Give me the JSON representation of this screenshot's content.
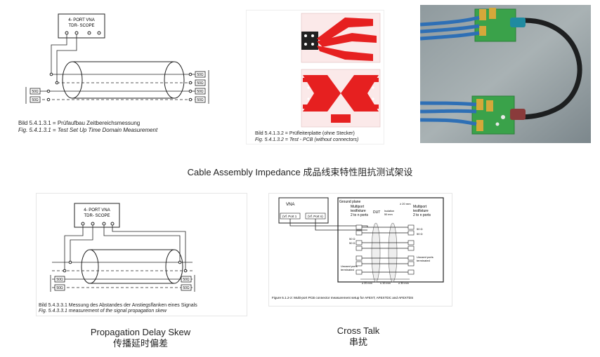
{
  "p1": {
    "box": [
      "4- PORT VNA",
      "TDR- SCOPE"
    ],
    "res": "50Ω",
    "cap1": "Bild 5.4.1.3.1 = Prüfaufbau Zeitbereichsmessung",
    "cap2": "Fig. 5.4.1.3.1 = Test Set Up Time Domain Measurement"
  },
  "p2": {
    "cap1": "Bild 5.4.1.3.2 = Prüfleiterplatte (ohne Stecker)",
    "cap2": "Fig. 5.4.1.3.2 = Test - PCB  (without connectors)"
  },
  "caption_middle": "Cable Assembly Impedance 成品线束特性阻抗测试架设",
  "p4": {
    "box": [
      "4- PORT VNA",
      "TDR- SCOPE"
    ],
    "res": "50Ω",
    "cap1": "Bild 5.4.3.3.1  Messung des Abstandes der Anstiegsflanken eines Signals",
    "cap2": "Fig. 5.4.3.3.1  measurement of the signal propagation skew"
  },
  "p5": {
    "ground": "Ground plane",
    "vna": "VNA",
    "port1": "(Vf. Port 1",
    "portn": "(Vf. Port n)",
    "mp_left": [
      "Multiport",
      "testfixture",
      "2 to n ports"
    ],
    "mp_right": [
      "Multiport",
      "testfixture",
      "2 to n ports"
    ],
    "dut": "DUT",
    "isolation": [
      "Isolation",
      "50 mm"
    ],
    "res50": "50 Ω",
    "unused": [
      "Unused ports",
      "terminated"
    ],
    "dim_top": "≥ 20 mm",
    "dim_a": "≥ 20 mm",
    "dim_b": "≤ 10 mm",
    "dim_c": "≥ 30 mm",
    "figure": "Figure 5.1.2-2: Multi-port PCB connector measurement setup for AFEXT, AFEXTDC and AFEXTDS"
  },
  "label_skew": [
    "Propagation Delay Skew",
    "传播延时偏差"
  ],
  "label_cross": [
    "Cross Talk",
    "串扰"
  ]
}
